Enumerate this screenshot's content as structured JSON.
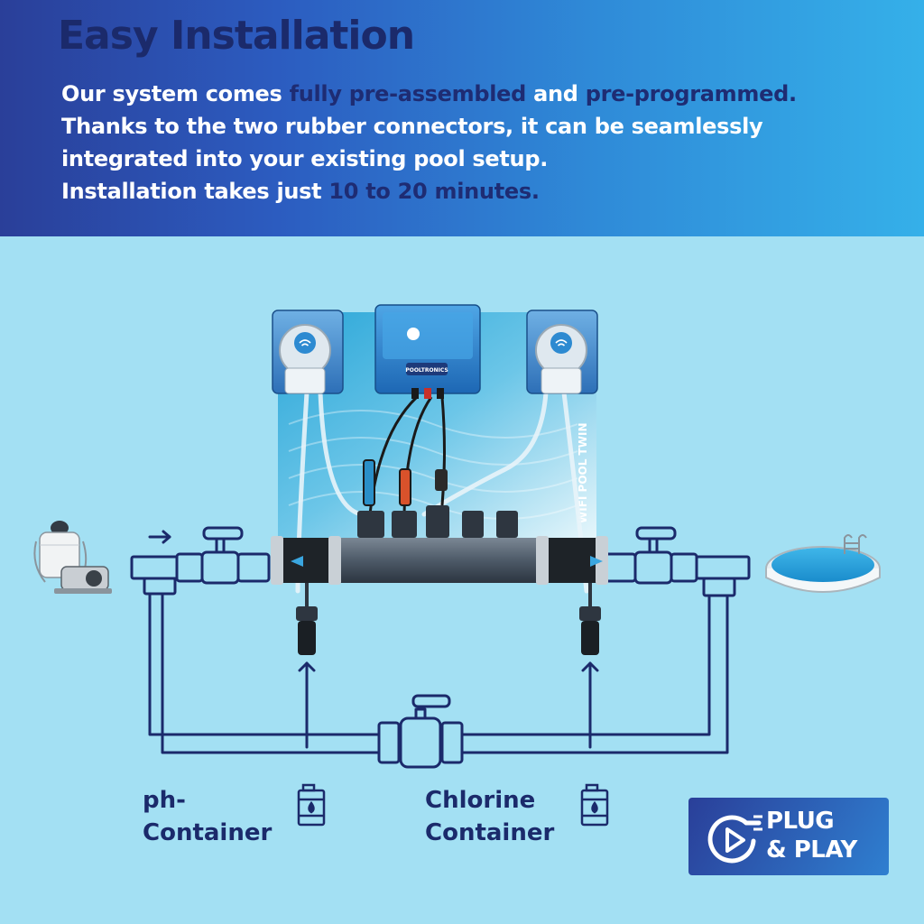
{
  "header": {
    "title": "Easy Installation",
    "intro": [
      [
        {
          "t": "Our system comes ",
          "h": false
        },
        {
          "t": "fully pre-assembled",
          "h": true
        },
        {
          "t": " and ",
          "h": false
        },
        {
          "t": "pre-programmed.",
          "h": true
        }
      ],
      [
        {
          "t": "Thanks to the two rubber connectors, it can be seamlessly",
          "h": false
        }
      ],
      [
        {
          "t": "integrated into your existing pool setup.",
          "h": false
        }
      ],
      [
        {
          "t": "Installation takes just ",
          "h": false
        },
        {
          "t": "10 to 20 minutes.",
          "h": true
        }
      ]
    ]
  },
  "diagram": {
    "controller_brand": "POOLTRONICS",
    "panel_label": "WIFI POOL TWIN",
    "labels": {
      "ph_line1": "ph-",
      "ph_line2": "Container",
      "chlorine_line1": "Chlorine",
      "chlorine_line2": "Container"
    }
  },
  "badge": {
    "line1": "PLUG",
    "line2": "& PLAY"
  },
  "icons": [
    "filter-pump-icon",
    "pool-icon",
    "canister-icon",
    "plug-play-icon",
    "wifi-icon"
  ],
  "colors": {
    "header_dark": "#2a3f99",
    "header_light": "#35b0e9",
    "highlight_text": "#1e2c73",
    "background": "#a3e0f3",
    "pipe_stroke": "#1b2a6b",
    "pipe_fill": "#a3e0f3"
  }
}
